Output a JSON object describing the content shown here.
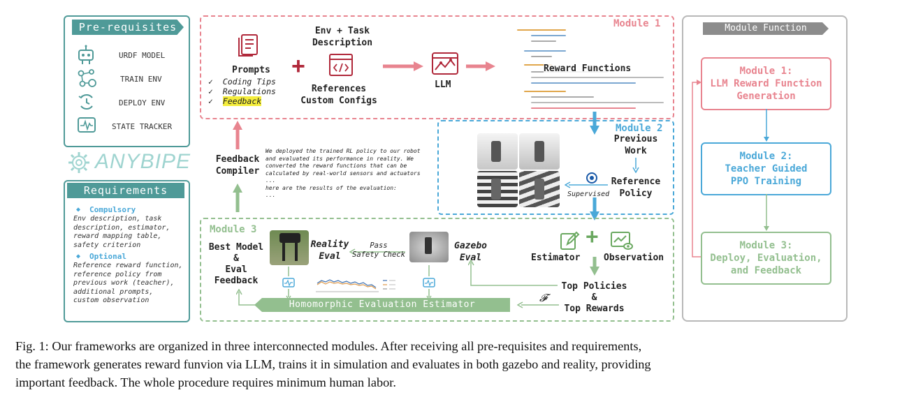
{
  "prereq": {
    "title": "Pre-requisites",
    "items": [
      {
        "label": "URDF MODEL",
        "icon": "robot-icon"
      },
      {
        "label": "TRAIN ENV",
        "icon": "network-icon"
      },
      {
        "label": "DEPLOY ENV",
        "icon": "deploy-cycle-icon"
      },
      {
        "label": "STATE TRACKER",
        "icon": "pulse-monitor-icon"
      }
    ]
  },
  "logo": "ANYBIPE",
  "requirements": {
    "title": "Requirements",
    "compulsory_label": "Compulsory",
    "compulsory_text": [
      "Env description, task",
      "description, estimator,",
      "reward mapping table,",
      "safety criterion"
    ],
    "optional_label": "Optional",
    "optional_text": [
      "Reference reward function,",
      "reference policy from",
      "previous work (teacher),",
      "additional prompts,",
      "custom observation"
    ]
  },
  "module1": {
    "label": "Module 1",
    "prompts_title": "Prompts",
    "prompt_items": [
      "Coding Tips",
      "Regulations",
      "Feedback"
    ],
    "check": "✓",
    "env_task_line1": "Env + Task",
    "env_task_line2": "Description",
    "references_line1": "References",
    "references_line2": "Custom Configs",
    "llm_label": "LLM",
    "reward_functions_label": "Reward Functions"
  },
  "module2": {
    "label": "Module 2",
    "previous_work_line1": "Previous",
    "previous_work_line2": "Work",
    "reference_policy_line1": "Reference",
    "reference_policy_line2": "Policy",
    "supervised_label": "Supervised",
    "estimator_label": "Estimator",
    "observation_label": "Observation",
    "top_policies_line1": "Top Policies",
    "top_policies_line2": "&",
    "top_policies_line3": "Top Rewards"
  },
  "feedback": {
    "compiler_line1": "Feedback",
    "compiler_line2": "Compiler",
    "text_lines": [
      "We deployed the trained RL policy to our robot",
      "and evaluated its performance in reality. We",
      "converted the reward functions that can be",
      "calculated by real-world sensors and actuators",
      "...",
      "here are the results of the evaluation:",
      "..."
    ]
  },
  "module3": {
    "label": "Module 3",
    "best_model_lines": [
      "Best Model",
      "&",
      "Eval",
      "Feedback"
    ],
    "reality_eval_line1": "Reality",
    "reality_eval_line2": "Eval",
    "pass_line1": "Pass",
    "pass_line2": "Safety Check",
    "gazebo_eval_line1": "Gazebo",
    "gazebo_eval_line2": "Eval",
    "estimator_bar": "Homomorphic Evaluation Estimator",
    "f_symbol": "𝓕"
  },
  "module_function": {
    "title": "Module Function",
    "boxes": [
      {
        "lines": [
          "Module 1:",
          "LLM Reward Function",
          "Generation"
        ],
        "color": "#e8848f"
      },
      {
        "lines": [
          "Module 2:",
          "Teacher Guided",
          "PPO Training"
        ],
        "color": "#4aa8d8"
      },
      {
        "lines": [
          "Module 3:",
          "Deploy, Evaluation,",
          "and Feedback"
        ],
        "color": "#93bf8f"
      }
    ]
  },
  "caption": {
    "line1": "Fig. 1: Our frameworks are organized in three interconnected modules. After receiving all pre-requisites and requirements,",
    "line2": "the framework generates reward funvion via LLM, trains it in simulation and evaluates in both gazebo and reality, providing",
    "line3": "important feedback. The whole procedure requires minimum human labor."
  },
  "colors": {
    "teal": "#4f9a98",
    "pink": "#e8848f",
    "blue": "#4aa8d8",
    "green": "#93bf8f",
    "dark_red": "#b0283a",
    "highlight": "#f5ee3c"
  }
}
